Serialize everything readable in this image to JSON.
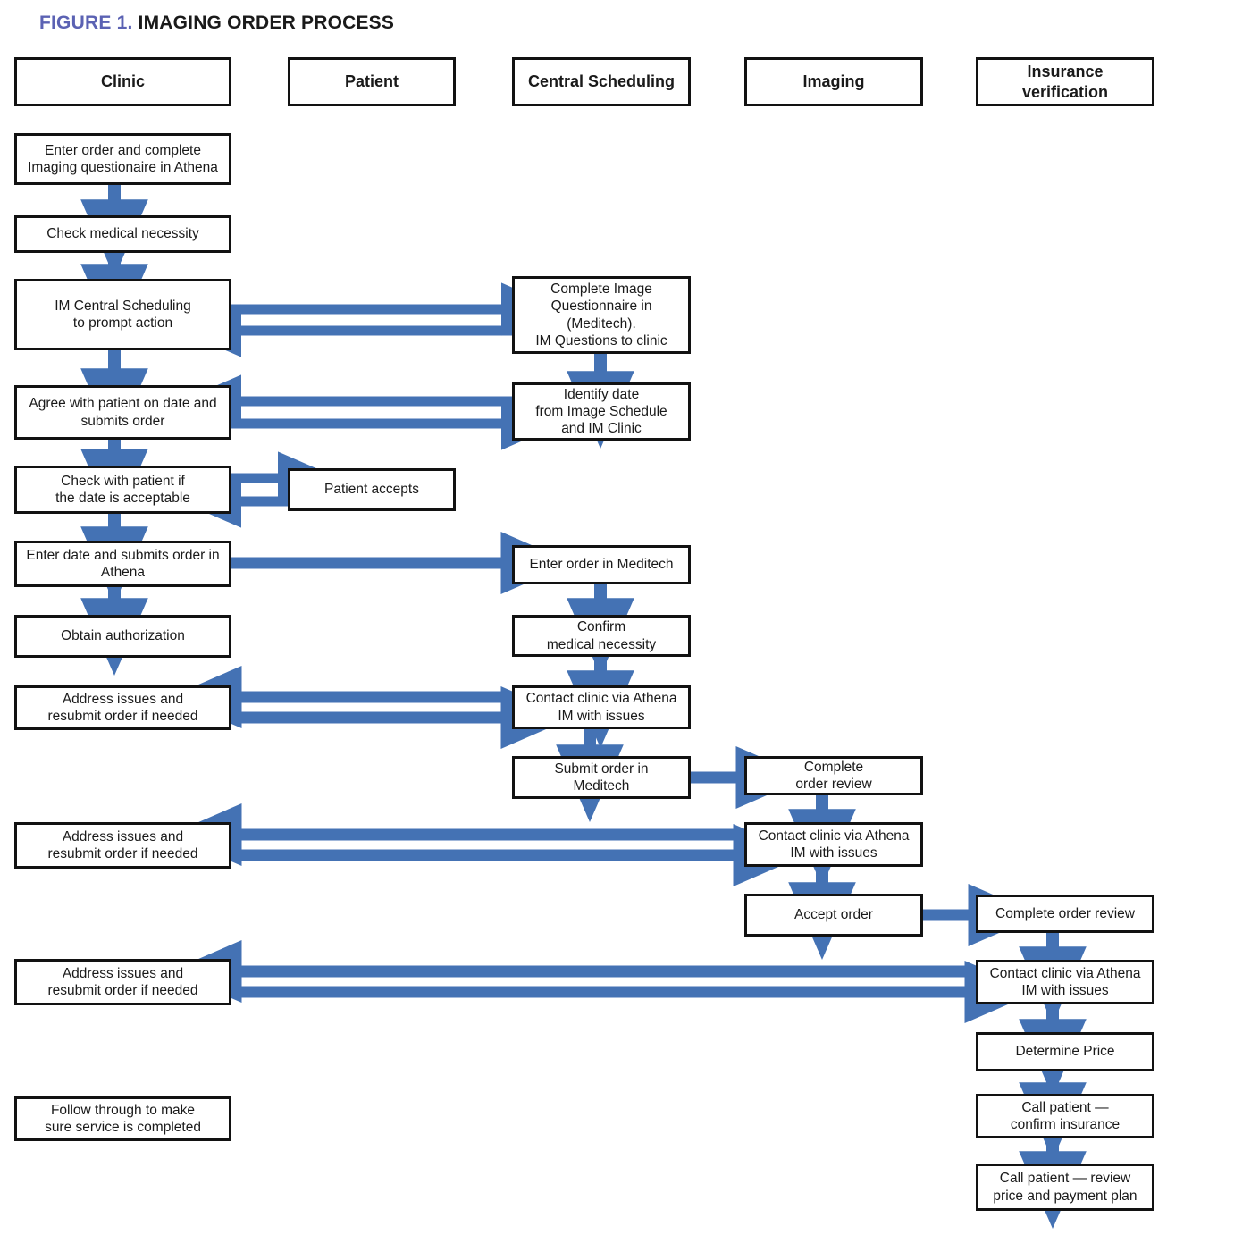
{
  "figure": {
    "label": "FIGURE 1.",
    "title": "IMAGING ORDER PROCESS"
  },
  "colors": {
    "title_accent": "#5b62b3",
    "title_text": "#1a1a1a",
    "arrow_blue": "#4472b4",
    "box_border": "#121212",
    "box_fill": "#ffffff"
  },
  "swimlanes": [
    {
      "id": "clinic",
      "label": "Clinic"
    },
    {
      "id": "patient",
      "label": "Patient"
    },
    {
      "id": "central-scheduling",
      "label": "Central Scheduling"
    },
    {
      "id": "imaging",
      "label": "Imaging"
    },
    {
      "id": "insurance-verification",
      "label": "Insurance\nverification"
    }
  ],
  "nodes": {
    "clinic": [
      {
        "id": "enter-order-questionnaire",
        "label": "Enter order and complete\nImaging questionaire in Athena"
      },
      {
        "id": "check-medical-necessity",
        "label": "Check medical necessity"
      },
      {
        "id": "im-central-scheduling-prompt",
        "label": "IM Central Scheduling\nto prompt action"
      },
      {
        "id": "agree-with-patient-date",
        "label": "Agree with patient on date and\nsubmits order"
      },
      {
        "id": "check-with-patient-date",
        "label": "Check with patient if\nthe date is acceptable"
      },
      {
        "id": "enter-date-submits-order",
        "label": "Enter date and submits order in\nAthena"
      },
      {
        "id": "obtain-authorization",
        "label": "Obtain authorization"
      },
      {
        "id": "address-issues-1",
        "label": "Address issues and\nresubmit order if needed"
      },
      {
        "id": "address-issues-2",
        "label": "Address issues and\nresubmit order if needed"
      },
      {
        "id": "address-issues-3",
        "label": "Address issues and\nresubmit order if needed"
      },
      {
        "id": "follow-through",
        "label": "Follow through to make\nsure service is completed"
      }
    ],
    "patient": [
      {
        "id": "patient-accepts",
        "label": "Patient accepts"
      }
    ],
    "central_scheduling": [
      {
        "id": "complete-image-questionnaire",
        "label": "Complete Image\nQuestionnaire in\n(Meditech).\nIM Questions to clinic"
      },
      {
        "id": "identify-date",
        "label": "Identify date\nfrom Image Schedule\nand IM Clinic"
      },
      {
        "id": "enter-order-meditech",
        "label": "Enter order in Meditech"
      },
      {
        "id": "confirm-medical-necessity",
        "label": "Confirm\nmedical necessity"
      },
      {
        "id": "cs-contact-clinic-athena",
        "label": "Contact clinic via Athena\nIM with issues"
      },
      {
        "id": "submit-order-meditech",
        "label": "Submit order  in\nMeditech"
      }
    ],
    "imaging": [
      {
        "id": "complete-order-review-imaging",
        "label": "Complete\norder review"
      },
      {
        "id": "imaging-contact-clinic-athena",
        "label": "Contact clinic via Athena\nIM with issues"
      },
      {
        "id": "accept-order",
        "label": "Accept order"
      }
    ],
    "insurance": [
      {
        "id": "complete-order-review-insurance",
        "label": "Complete order review"
      },
      {
        "id": "insurance-contact-clinic-athena",
        "label": "Contact clinic via Athena\nIM with issues"
      },
      {
        "id": "determine-price",
        "label": "Determine Price"
      },
      {
        "id": "call-patient-confirm-insurance",
        "label": "Call patient —\nconfirm insurance"
      },
      {
        "id": "call-patient-review-price",
        "label": "Call patient — review\nprice and payment plan"
      }
    ]
  },
  "connectors": [
    {
      "id": "enter-order-to-check-necessity",
      "kind": "down"
    },
    {
      "id": "check-necessity-to-im-central",
      "kind": "down"
    },
    {
      "id": "im-central-to-questionnaire",
      "kind": "right"
    },
    {
      "id": "questionnaire-to-im-central",
      "kind": "left"
    },
    {
      "id": "im-central-to-agree-date",
      "kind": "down"
    },
    {
      "id": "questionnaire-to-identify-date",
      "kind": "down"
    },
    {
      "id": "identify-date-to-agree",
      "kind": "left"
    },
    {
      "id": "agree-to-identify-date",
      "kind": "right"
    },
    {
      "id": "agree-to-check-patient",
      "kind": "down"
    },
    {
      "id": "check-patient-to-patient-accepts",
      "kind": "right"
    },
    {
      "id": "patient-accepts-to-check-patient",
      "kind": "left"
    },
    {
      "id": "check-patient-to-enter-date",
      "kind": "down"
    },
    {
      "id": "enter-date-to-enter-meditech",
      "kind": "right"
    },
    {
      "id": "enter-date-to-obtain-auth",
      "kind": "down"
    },
    {
      "id": "enter-meditech-to-confirm-necessity",
      "kind": "down"
    },
    {
      "id": "confirm-necessity-to-cs-contact",
      "kind": "down"
    },
    {
      "id": "cs-contact-to-address-1",
      "kind": "left"
    },
    {
      "id": "address-1-to-cs-contact",
      "kind": "right"
    },
    {
      "id": "cs-contact-to-submit-order",
      "kind": "down"
    },
    {
      "id": "submit-order-to-complete-review",
      "kind": "right"
    },
    {
      "id": "complete-review-to-imaging-contact",
      "kind": "down"
    },
    {
      "id": "imaging-contact-to-address-2",
      "kind": "left"
    },
    {
      "id": "address-2-to-imaging-contact",
      "kind": "right"
    },
    {
      "id": "imaging-contact-to-accept-order",
      "kind": "down"
    },
    {
      "id": "accept-order-to-insurance-review",
      "kind": "right"
    },
    {
      "id": "insurance-review-to-insurance-contact",
      "kind": "down"
    },
    {
      "id": "insurance-contact-to-address-3",
      "kind": "left"
    },
    {
      "id": "address-3-to-insurance-contact",
      "kind": "right"
    },
    {
      "id": "insurance-contact-to-determine-price",
      "kind": "down"
    },
    {
      "id": "determine-price-to-call-confirm",
      "kind": "down"
    },
    {
      "id": "call-confirm-to-call-review",
      "kind": "down"
    }
  ]
}
